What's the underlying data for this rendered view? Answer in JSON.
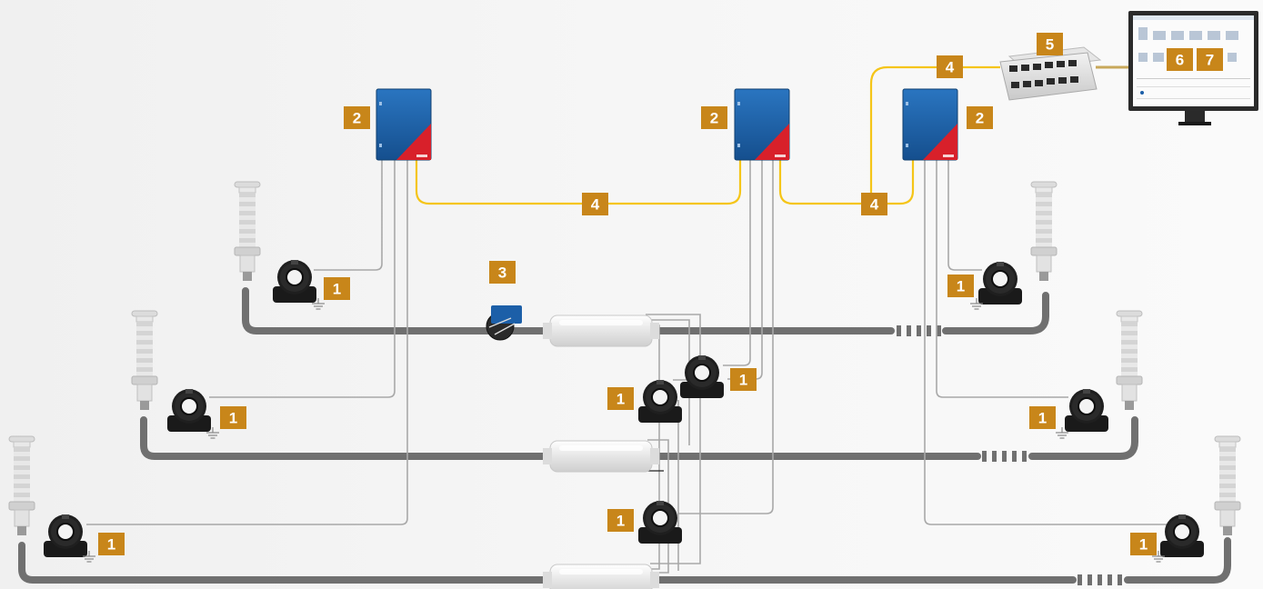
{
  "colors": {
    "background": "#f3f3f3",
    "badge": "#c8861a",
    "badge_text": "#ffffff",
    "fibre_cable": "#f5c518",
    "signal_wire": "#a8a8a8",
    "power_cable": "#707070",
    "device_blue": "#1c5fa8",
    "device_red": "#d8202a",
    "sensor_black": "#1a1a1a"
  },
  "components": {
    "hf_ct_sensor": {
      "label": "1",
      "icon": "ct-sensor-icon"
    },
    "pd_acquisition_unit": {
      "label": "2",
      "icon": "acquisition-unit-icon"
    },
    "calibrator": {
      "label": "3",
      "icon": "calibrator-icon"
    },
    "fibre_optic_link": {
      "label": "4",
      "icon": "fibre-cable-icon"
    },
    "network_switch": {
      "label": "5",
      "icon": "switch-icon"
    },
    "monitor_software_a": {
      "label": "6",
      "icon": "monitor-icon"
    },
    "monitor_software_b": {
      "label": "7",
      "icon": "monitor-icon"
    }
  }
}
